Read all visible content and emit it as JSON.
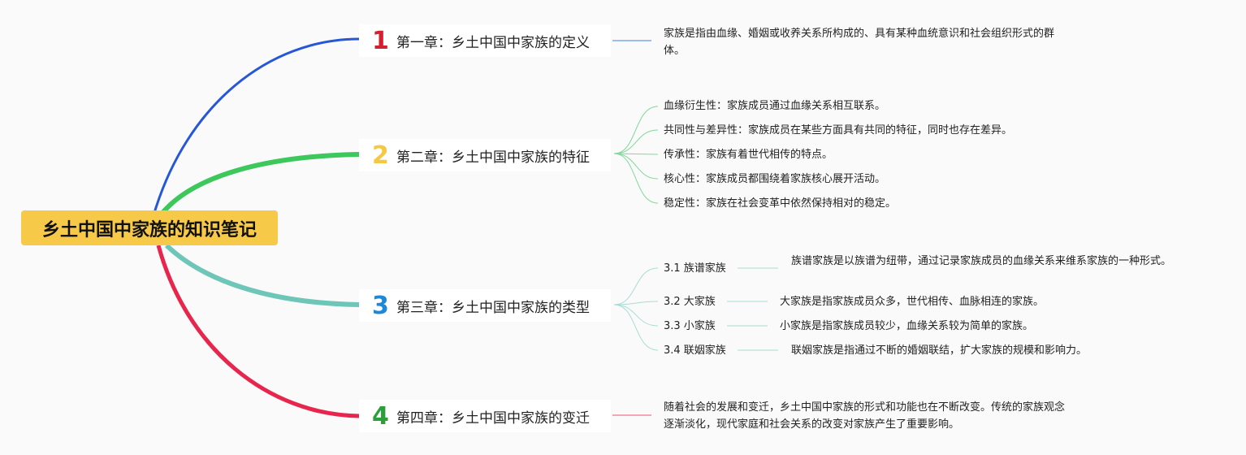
{
  "root": {
    "title": "乡土中国中家族的知识笔记"
  },
  "colors": {
    "c1": "#2557d6",
    "c2": "#3cc85a",
    "c3": "#6ec6b8",
    "c4": "#e8264d",
    "n1": "#d2202f",
    "n2": "#f5c842",
    "n3": "#1e88d8",
    "n4": "#2ba03a"
  },
  "chapters": [
    {
      "num": "1",
      "title": "第一章：乡土中国中家族的定义",
      "text": "家族是指由血缘、婚姻或收养关系所构成的、具有某种血统意识和社会组织形式的群体。"
    },
    {
      "num": "2",
      "title": "第二章：乡土中国中家族的特征",
      "items": [
        "血缘衍生性：家族成员通过血缘关系相互联系。",
        "共同性与差异性：家族成员在某些方面具有共同的特征，同时也存在差异。",
        "传承性：家族有着世代相传的特点。",
        "核心性：家族成员都围绕着家族核心展开活动。",
        "稳定性：家族在社会变革中依然保持相对的稳定。"
      ]
    },
    {
      "num": "3",
      "title": "第三章：乡土中国中家族的类型",
      "types": [
        {
          "label": "3.1 族谱家族",
          "desc": "族谱家族是以族谱为纽带，通过记录家族成员的血缘关系来维系家族的一种形式。"
        },
        {
          "label": "3.2 大家族",
          "desc": "大家族是指家族成员众多，世代相传、血脉相连的家族。"
        },
        {
          "label": "3.3 小家族",
          "desc": "小家族是指家族成员较少，血缘关系较为简单的家族。"
        },
        {
          "label": "3.4 联姻家族",
          "desc": "联姻家族是指通过不断的婚姻联结，扩大家族的规模和影响力。"
        }
      ]
    },
    {
      "num": "4",
      "title": "第四章：乡土中国中家族的变迁",
      "text": "随着社会的发展和变迁，乡土中国中家族的形式和功能也在不断改变。传统的家族观念逐渐淡化，现代家庭和社会关系的改变对家族产生了重要影响。"
    }
  ]
}
